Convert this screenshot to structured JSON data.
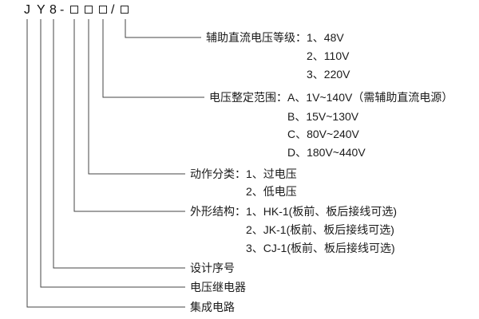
{
  "model_code": {
    "letters": [
      "J",
      "Y",
      "8"
    ],
    "dash": "-",
    "slash": "/"
  },
  "callouts": {
    "aux_dc_voltage": {
      "title": "辅助直流电压等级：1、48V",
      "items": [
        "2、110V",
        "3、220V"
      ]
    },
    "voltage_setting_range": {
      "title": "电压整定范围：A、1V~140V（需辅助直流电源）",
      "items": [
        "B、15V~130V",
        "C、80V~240V",
        "D、180V~440V"
      ]
    },
    "action_class": {
      "title": "动作分类：1、过电压",
      "items": [
        "2、低电压"
      ]
    },
    "shape_structure": {
      "title": "外形结构：1、HK-1(板前、板后接线可选)",
      "items": [
        "2、JK-1(板前、板后接线可选)",
        "3、CJ-1(板前、板后接线可选)"
      ]
    },
    "design_serial": {
      "title": "设计序号"
    },
    "voltage_relay": {
      "title": "电压继电器"
    },
    "integrated_circuit": {
      "title": "集成电路"
    }
  },
  "colors": {
    "line": "#444444",
    "text": "#1a1a1a",
    "background": "#ffffff"
  }
}
